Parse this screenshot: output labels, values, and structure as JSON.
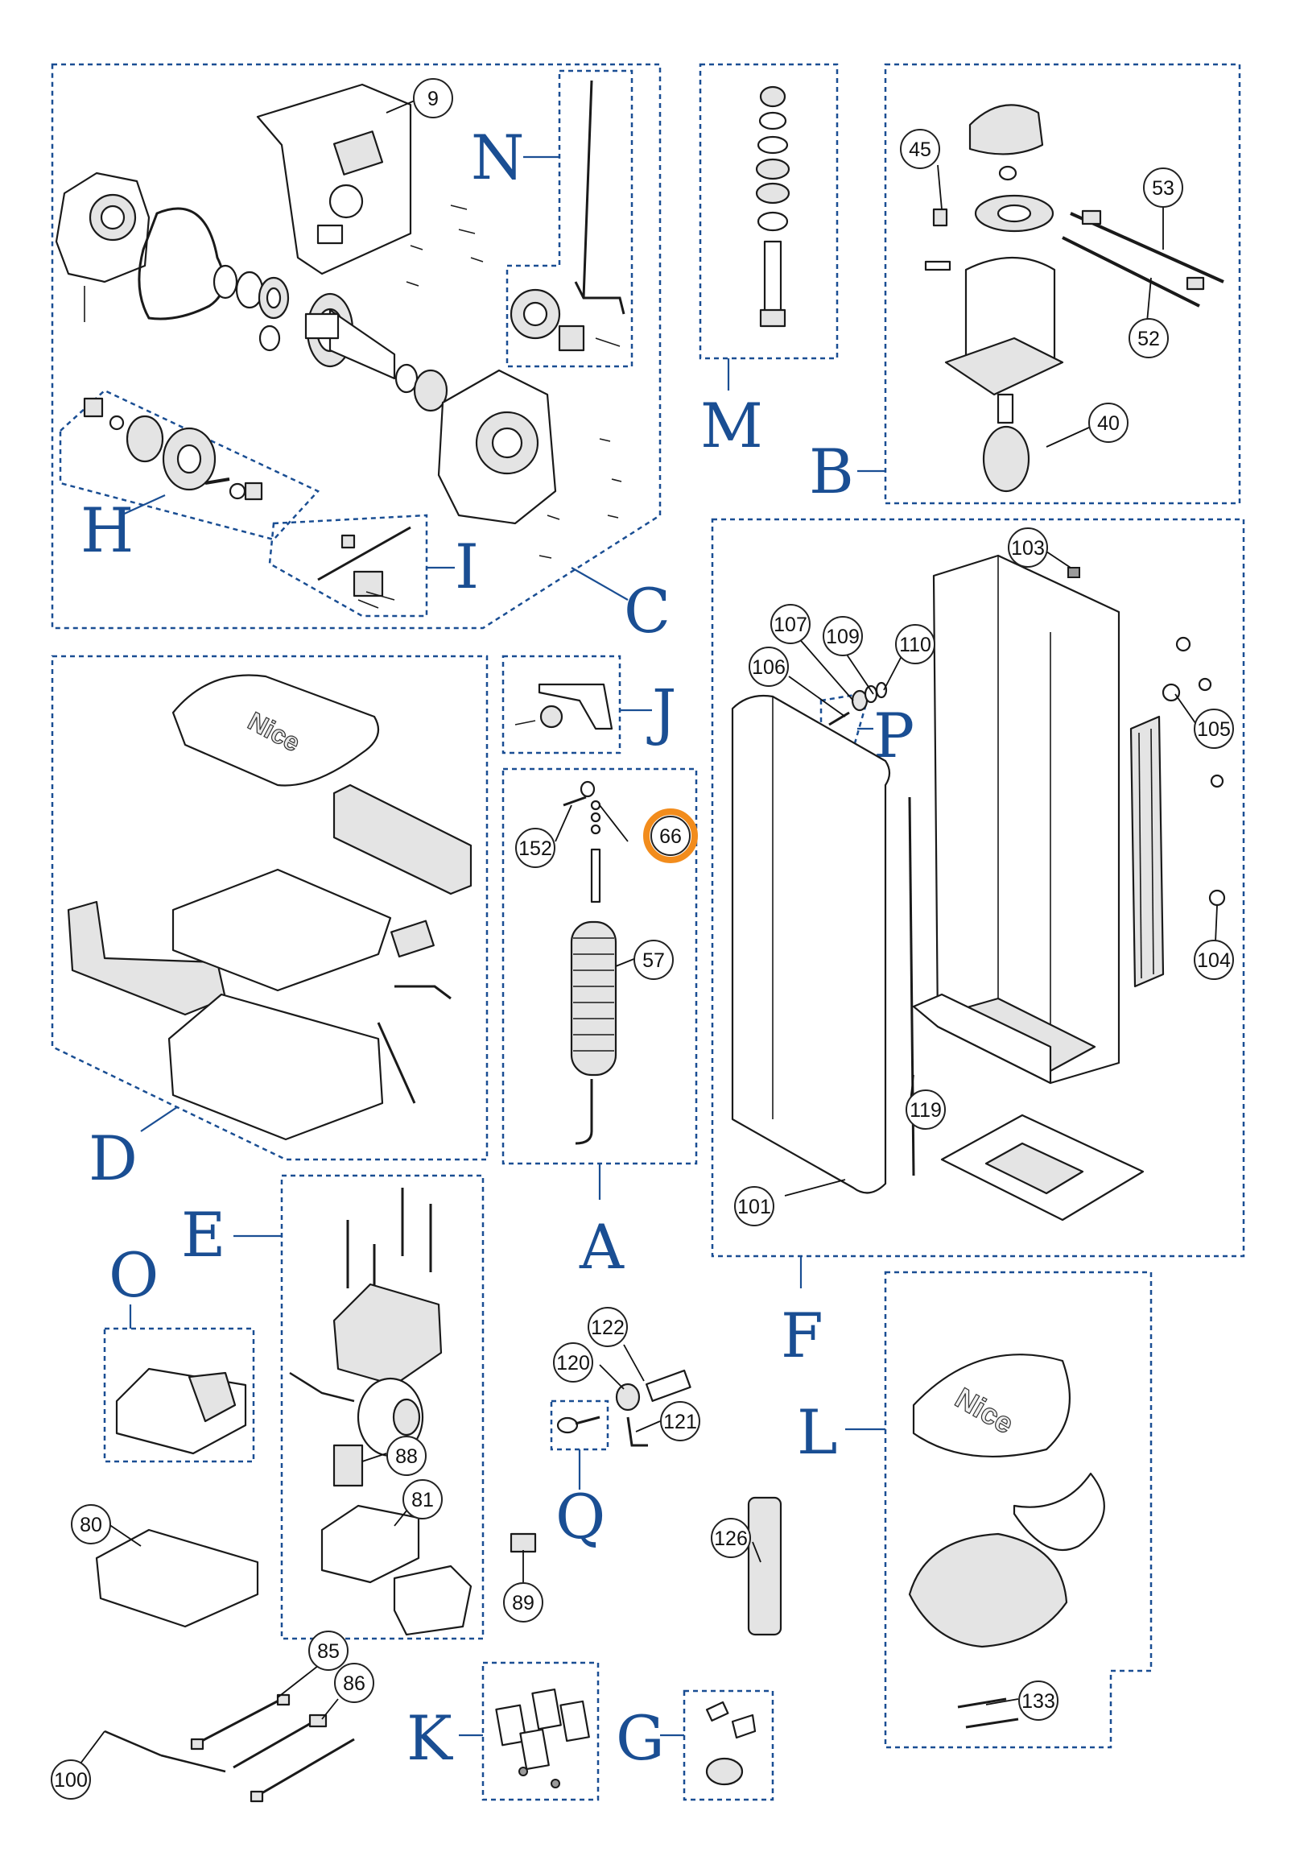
{
  "groups": {
    "A": "A",
    "B": "B",
    "C": "C",
    "D": "D",
    "E": "E",
    "F": "F",
    "G": "G",
    "H": "H",
    "I": "I",
    "J": "J",
    "K": "K",
    "L": "L",
    "M": "M",
    "N": "N",
    "O": "O",
    "P": "P",
    "Q": "Q"
  },
  "callouts": {
    "c9": "9",
    "c45": "45",
    "c53": "53",
    "c52": "52",
    "c40": "40",
    "c103": "103",
    "c107": "107",
    "c109": "109",
    "c110": "110",
    "c106": "106",
    "c105": "105",
    "c104": "104",
    "c119": "119",
    "c101": "101",
    "c152": "152",
    "c66": "66",
    "c57": "57",
    "c122": "122",
    "c120": "120",
    "c121": "121",
    "c88": "88",
    "c81": "81",
    "c80": "80",
    "c89": "89",
    "c126": "126",
    "c85": "85",
    "c86": "86",
    "c100": "100",
    "c133": "133"
  },
  "branding": {
    "lid_logo": "Nice",
    "cover_logo": "Nice"
  },
  "highlight": {
    "part": "66",
    "color": "#f28c1c"
  },
  "colors": {
    "group_border": "#1a4e93",
    "group_label": "#1a4e93"
  }
}
